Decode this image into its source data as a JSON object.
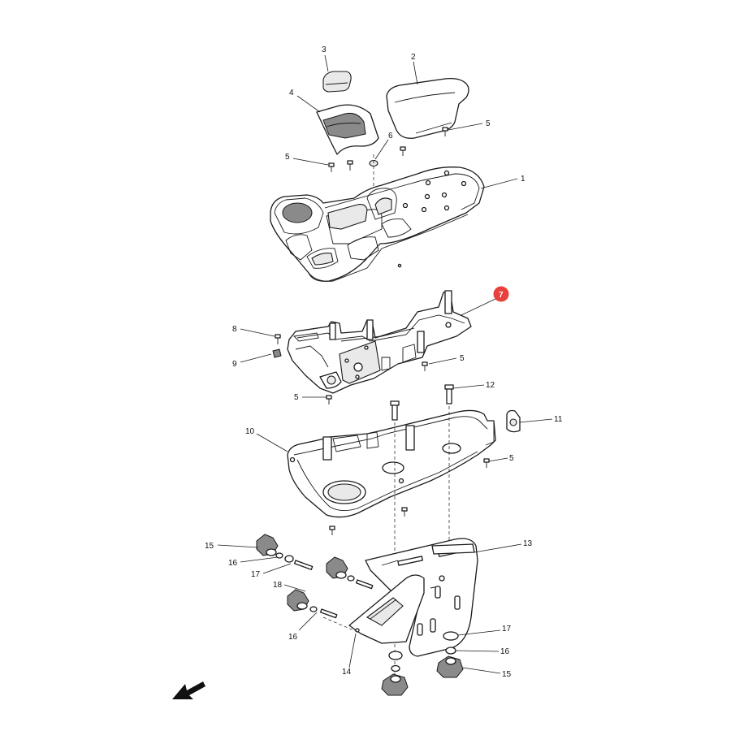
{
  "callouts": [
    {
      "id": "c3",
      "text": "3"
    },
    {
      "id": "c2",
      "text": "2"
    },
    {
      "id": "c4",
      "text": "4"
    },
    {
      "id": "c5a",
      "text": "5"
    },
    {
      "id": "c6",
      "text": "6"
    },
    {
      "id": "c5b",
      "text": "5"
    },
    {
      "id": "c1",
      "text": "1"
    },
    {
      "id": "c7",
      "text": "7"
    },
    {
      "id": "c8",
      "text": "8"
    },
    {
      "id": "c9",
      "text": "9"
    },
    {
      "id": "c5c",
      "text": "5"
    },
    {
      "id": "c5d",
      "text": "5"
    },
    {
      "id": "c12",
      "text": "12"
    },
    {
      "id": "c11",
      "text": "11"
    },
    {
      "id": "c10",
      "text": "10"
    },
    {
      "id": "c5e",
      "text": "5"
    },
    {
      "id": "c13",
      "text": "13"
    },
    {
      "id": "c15a",
      "text": "15"
    },
    {
      "id": "c16a",
      "text": "16"
    },
    {
      "id": "c17a",
      "text": "17"
    },
    {
      "id": "c18",
      "text": "18"
    },
    {
      "id": "c16b",
      "text": "16"
    },
    {
      "id": "c17b",
      "text": "17"
    },
    {
      "id": "c16c",
      "text": "16"
    },
    {
      "id": "c15b",
      "text": "15"
    },
    {
      "id": "c14",
      "text": "14"
    }
  ],
  "highlight": {
    "callout": "7",
    "color": "#e8403a"
  },
  "colors": {
    "line": "#1a1a1a",
    "background": "#ffffff",
    "shade": "#e9e9e9"
  },
  "icons": {
    "direction": "arrow-down-left-icon"
  }
}
